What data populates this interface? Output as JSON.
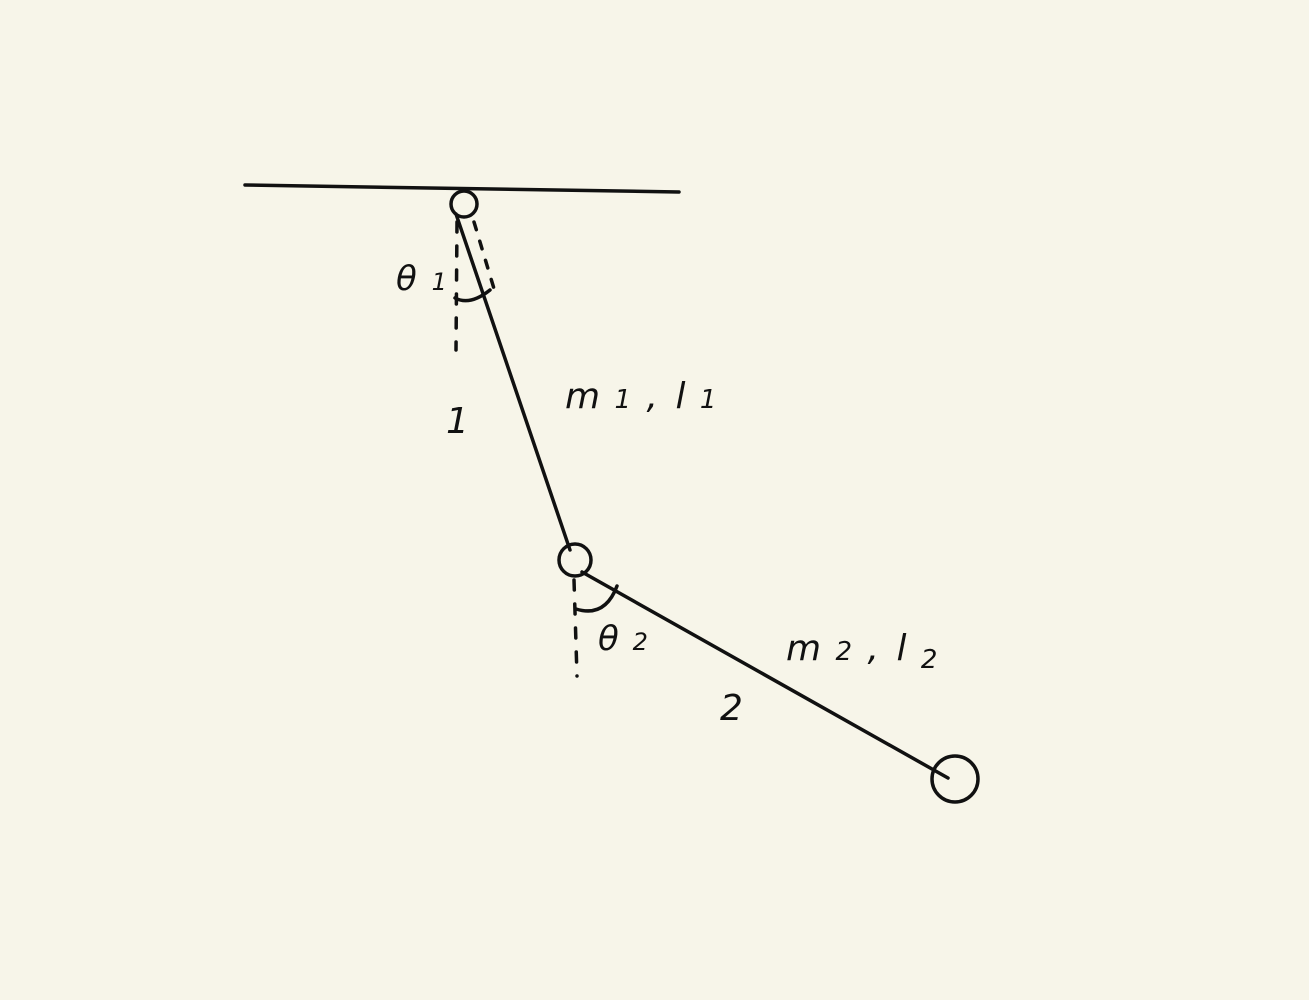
{
  "diagram": {
    "labels": {
      "theta1": {
        "main": "θ",
        "sub": "1"
      },
      "theta2": {
        "main": "θ",
        "sub": "2"
      },
      "rod1_params": {
        "m": "m",
        "m_sub": "1",
        "sep": ",",
        "l": "l",
        "l_sub": "1"
      },
      "rod2_params": {
        "m": "m",
        "m_sub": "2",
        "sep": ",",
        "l": "l",
        "l_sub": "2"
      },
      "rod1_number": "1",
      "rod2_number": "2"
    },
    "colors": {
      "background": "#f7f5e9",
      "ink": "#111111"
    }
  }
}
